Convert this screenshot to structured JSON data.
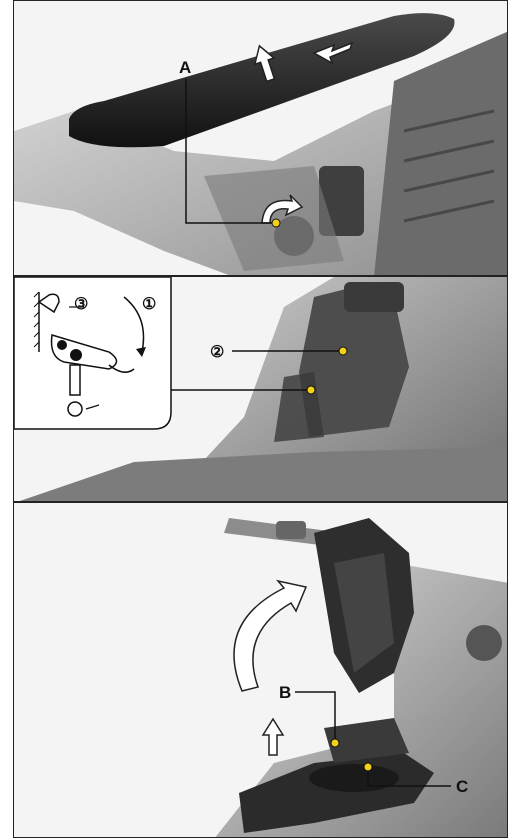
{
  "panels": [
    {
      "callouts": {
        "a": "A"
      },
      "arrows": [
        "lift-arrow",
        "slide-arrow",
        "rotate-arrow"
      ]
    },
    {
      "steps": {
        "one": "①",
        "two": "②",
        "three": "③"
      },
      "inset": "latch-mechanism-detail"
    },
    {
      "callouts": {
        "b": "B",
        "c": "C"
      },
      "arrows": [
        "lift-up-arrow",
        "swing-arrow"
      ]
    }
  ],
  "colors": {
    "marker": "#f2d21b",
    "body": "#5b5b5b",
    "seat": "#1c1c1c",
    "background": "#ffffff"
  }
}
